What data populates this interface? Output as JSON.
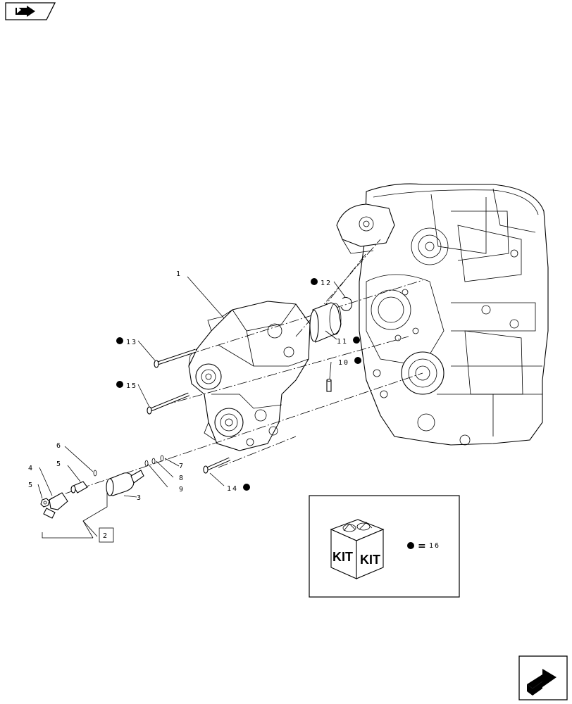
{
  "icons": {
    "top_left": "book-arrow-icon",
    "bottom_right": "next-page-arrow-icon",
    "bullet": "filled-circle"
  },
  "callouts": [
    {
      "id": "c1",
      "text": "1"
    },
    {
      "id": "c2",
      "text": "2"
    },
    {
      "id": "c3",
      "text": "3"
    },
    {
      "id": "c4",
      "text": "4"
    },
    {
      "id": "c5a",
      "text": "5"
    },
    {
      "id": "c5b",
      "text": "5"
    },
    {
      "id": "c6",
      "text": "6"
    },
    {
      "id": "c7",
      "text": "7"
    },
    {
      "id": "c8",
      "text": "8"
    },
    {
      "id": "c9",
      "text": "9"
    },
    {
      "id": "c10",
      "text": "10"
    },
    {
      "id": "c11",
      "text": "11"
    },
    {
      "id": "c12",
      "text": "12"
    },
    {
      "id": "c13",
      "text": "13"
    },
    {
      "id": "c14",
      "text": "14"
    },
    {
      "id": "c15",
      "text": "15"
    }
  ],
  "kit_box": {
    "kit_text_left": "KIT",
    "kit_text_right": "KIT",
    "equals": "=",
    "ref_number": "16"
  }
}
